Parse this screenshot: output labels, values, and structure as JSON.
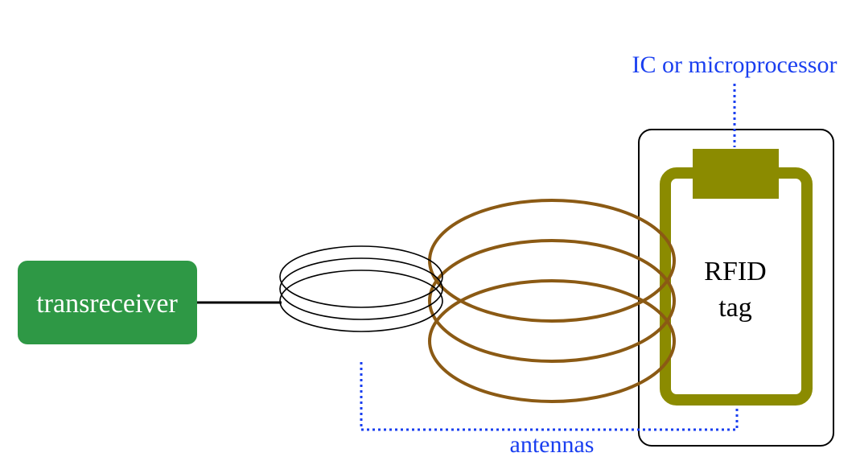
{
  "diagram": {
    "transceiver_label": "transreceiver",
    "tag_label_line1": "RFID",
    "tag_label_line2": "tag",
    "ic_label": "IC or microprocessor",
    "antennas_label": "antennas"
  },
  "colors": {
    "transceiver_fill": "#2e9845",
    "tag_coil": "#8b8b00",
    "field_loops": "#8b5a14",
    "annotation": "#1a3ff0",
    "outline": "#000000",
    "text_on_transceiver": "#ffffff"
  }
}
